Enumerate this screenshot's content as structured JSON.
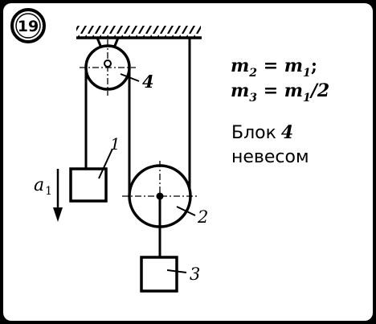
{
  "problem_number": "19",
  "labels": {
    "pulley_4": "4",
    "pulley_2": "2",
    "block_1": "1",
    "block_3": "3",
    "acceleration": "a",
    "acceleration_sub": "1"
  },
  "conditions": [
    {
      "lhs": "m",
      "lhs_sub": "2",
      "eq": " = ",
      "rhs": "m",
      "rhs_sub": "1",
      "tail": ";"
    },
    {
      "lhs": "m",
      "lhs_sub": "3",
      "eq": " = ",
      "rhs": "m",
      "rhs_sub": "1",
      "tail": "/2"
    }
  ],
  "note": {
    "line1_word": "Блок",
    "line1_num": "4",
    "line2": "невесом"
  }
}
